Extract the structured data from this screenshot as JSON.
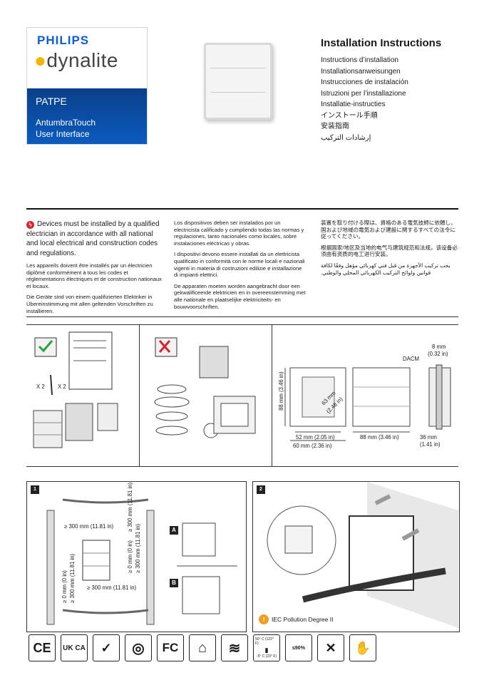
{
  "brand": {
    "company": "PHILIPS",
    "product_line": "dynalite",
    "model_code": "PATPE",
    "product_name_line1": "AntumbraTouch",
    "product_name_line2": "User Interface",
    "accent_color": "#0b5ed7"
  },
  "titles": {
    "main": "Installation Instructions",
    "translations": [
      "Instructions d’installation",
      "Installationsanweisungen",
      "Instrucciones de instalación",
      "Istruzioni per l’installazione",
      "Installatie-instructies",
      "インストール手順",
      "安装指南",
      "إرشادات التركيب"
    ]
  },
  "warning": {
    "en": "Devices must be installed by a qualified electrician in accordance with all national and local electrical and construction codes and regulations.",
    "fr": "Les appareils doivent être installés par un électricien diplômé conformément à tous les codes et réglementations électriques et de construction nationaux et locaux.",
    "de": "Die Geräte sind von einem qualifizierten Elektriker in Übereinstimmung mit allen geltenden Vorschriften zu installieren.",
    "es": "Los dispositivos deben ser instalados por un electricista calificado y cumpliendo todas las normas y regulaciones, tanto nacionales como locales, sobre instalaciones eléctricas y obras.",
    "it": "I dispositivi devono essere installati da un elettricista qualificato in conformità con le norme locali e nazionali vigenti in materia di costruzioni edilizie e installazione di impianti elettrici.",
    "nl": "De apparaten moeten worden aangebracht door een gekwalificeerde elektricien en in overeenstemming met alle nationale en plaatselijke elektriciteits- en bouwvoorschriften.",
    "ja": "装置を取り付ける際は、資格のある電気技師に依頼し、国および地域の電気および建設に関するすべての法令に従ってください。",
    "zh": "根据国家/地区及当地的电气与建筑规范和法规，该设备必须由有资质的电工进行安装。",
    "ar": "يجب تركيب الأجهزة من قبل فني كهربائي مؤهل وفقًا لكافة قوانين ولوائح التركيب الكهربائي المحلي والوطني."
  },
  "diagrams": {
    "qty_screw_plug": "X 2",
    "qty_screw": "X 2",
    "dim_height": "88 mm (3.46 in)",
    "dim_hole_diag_mm": "63 mm",
    "dim_hole_diag_in": "(2.48 in)",
    "dim_inner_width": "52 mm (2.05 in)",
    "dim_outer_width": "60 mm (2.36 in)",
    "dim_face_width": "88 mm (3.46 in)",
    "dim_depth_mm": "36 mm",
    "dim_depth_in": "(1.41 in)",
    "dim_dacm_mm": "8 mm",
    "dim_dacm_in": "(0.32 in)",
    "dacm_label": "DACM"
  },
  "step1": {
    "number": "1",
    "clearance_top": "≥ 300 mm (11.81 in)",
    "clearance_bottom": "≥ 300 mm (11.81 in)",
    "clearance_right_a": "≥ 0 mm (0 in)",
    "clearance_right_b": "≥ 300 mm (11.81 in)",
    "clearance_left_a": "≥ 0 mm (0 in)",
    "clearance_left_b": "≥ 300 mm (11.81 in)",
    "clearance_side_top": "≥ 300 mm (11.81 in)",
    "option_a": "A",
    "option_b": "B"
  },
  "step2": {
    "number": "2",
    "note": "IEC Pollution Degree II"
  },
  "cert_icons": [
    {
      "name": "ce-mark-icon",
      "text": "CE"
    },
    {
      "name": "ukca-mark-icon",
      "text": "UK CA"
    },
    {
      "name": "rcm-mark-icon",
      "text": "✓"
    },
    {
      "name": "ccc-mark-icon",
      "text": "◎"
    },
    {
      "name": "fc-mark-icon",
      "text": "FC"
    },
    {
      "name": "indoor-use-icon",
      "text": "⌂"
    },
    {
      "name": "ventilation-icon",
      "text": "≋"
    },
    {
      "name": "temperature-range-icon",
      "text": ""
    },
    {
      "name": "humidity-icon",
      "text": "≤90%"
    },
    {
      "name": "no-spray-icon",
      "text": "✕"
    },
    {
      "name": "wear-gloves-icon",
      "text": "✋"
    }
  ],
  "temperature": {
    "max": "50° C (122° F)",
    "min": "-5° C (23° F)"
  }
}
